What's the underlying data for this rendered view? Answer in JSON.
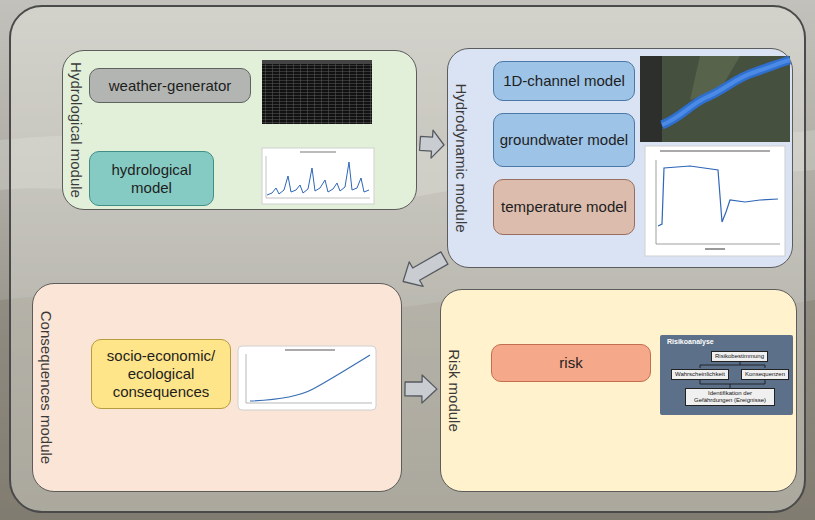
{
  "diagram": {
    "nodes": [
      {
        "text": [
          "Hydrological module"
        ]
      },
      {
        "text": [
          "weather-generator"
        ],
        "in": 0
      },
      {
        "text": [
          "hydrological model"
        ],
        "in": 0
      },
      {
        "text": [
          "Hydrodynamic module"
        ]
      },
      {
        "text": [
          "1D-channel model"
        ],
        "in": 3
      },
      {
        "text": [
          "groundwater model"
        ],
        "in": 3
      },
      {
        "text": [
          "temperature model"
        ],
        "in": 3
      },
      {
        "text": [
          "Consequences module"
        ]
      },
      {
        "text": [
          "socio-economic/ ecological consequences"
        ],
        "in": 7
      },
      {
        "text": [
          "Risk module"
        ]
      },
      {
        "text": [
          "risk"
        ],
        "in": 9
      }
    ],
    "edges": [
      {
        "from": 0,
        "to": 3,
        "arrow": "to"
      },
      {
        "from": 3,
        "to": 7,
        "arrow": "to"
      },
      {
        "from": 7,
        "to": 9,
        "arrow": "to"
      }
    ],
    "labels": [
      "Risikoanalyse",
      "Risikobestimmung",
      "Wahrscheinlichkeit",
      "Konsequenzen",
      "Identifikation der Gefährdungen (Ereignisse)"
    ]
  }
}
